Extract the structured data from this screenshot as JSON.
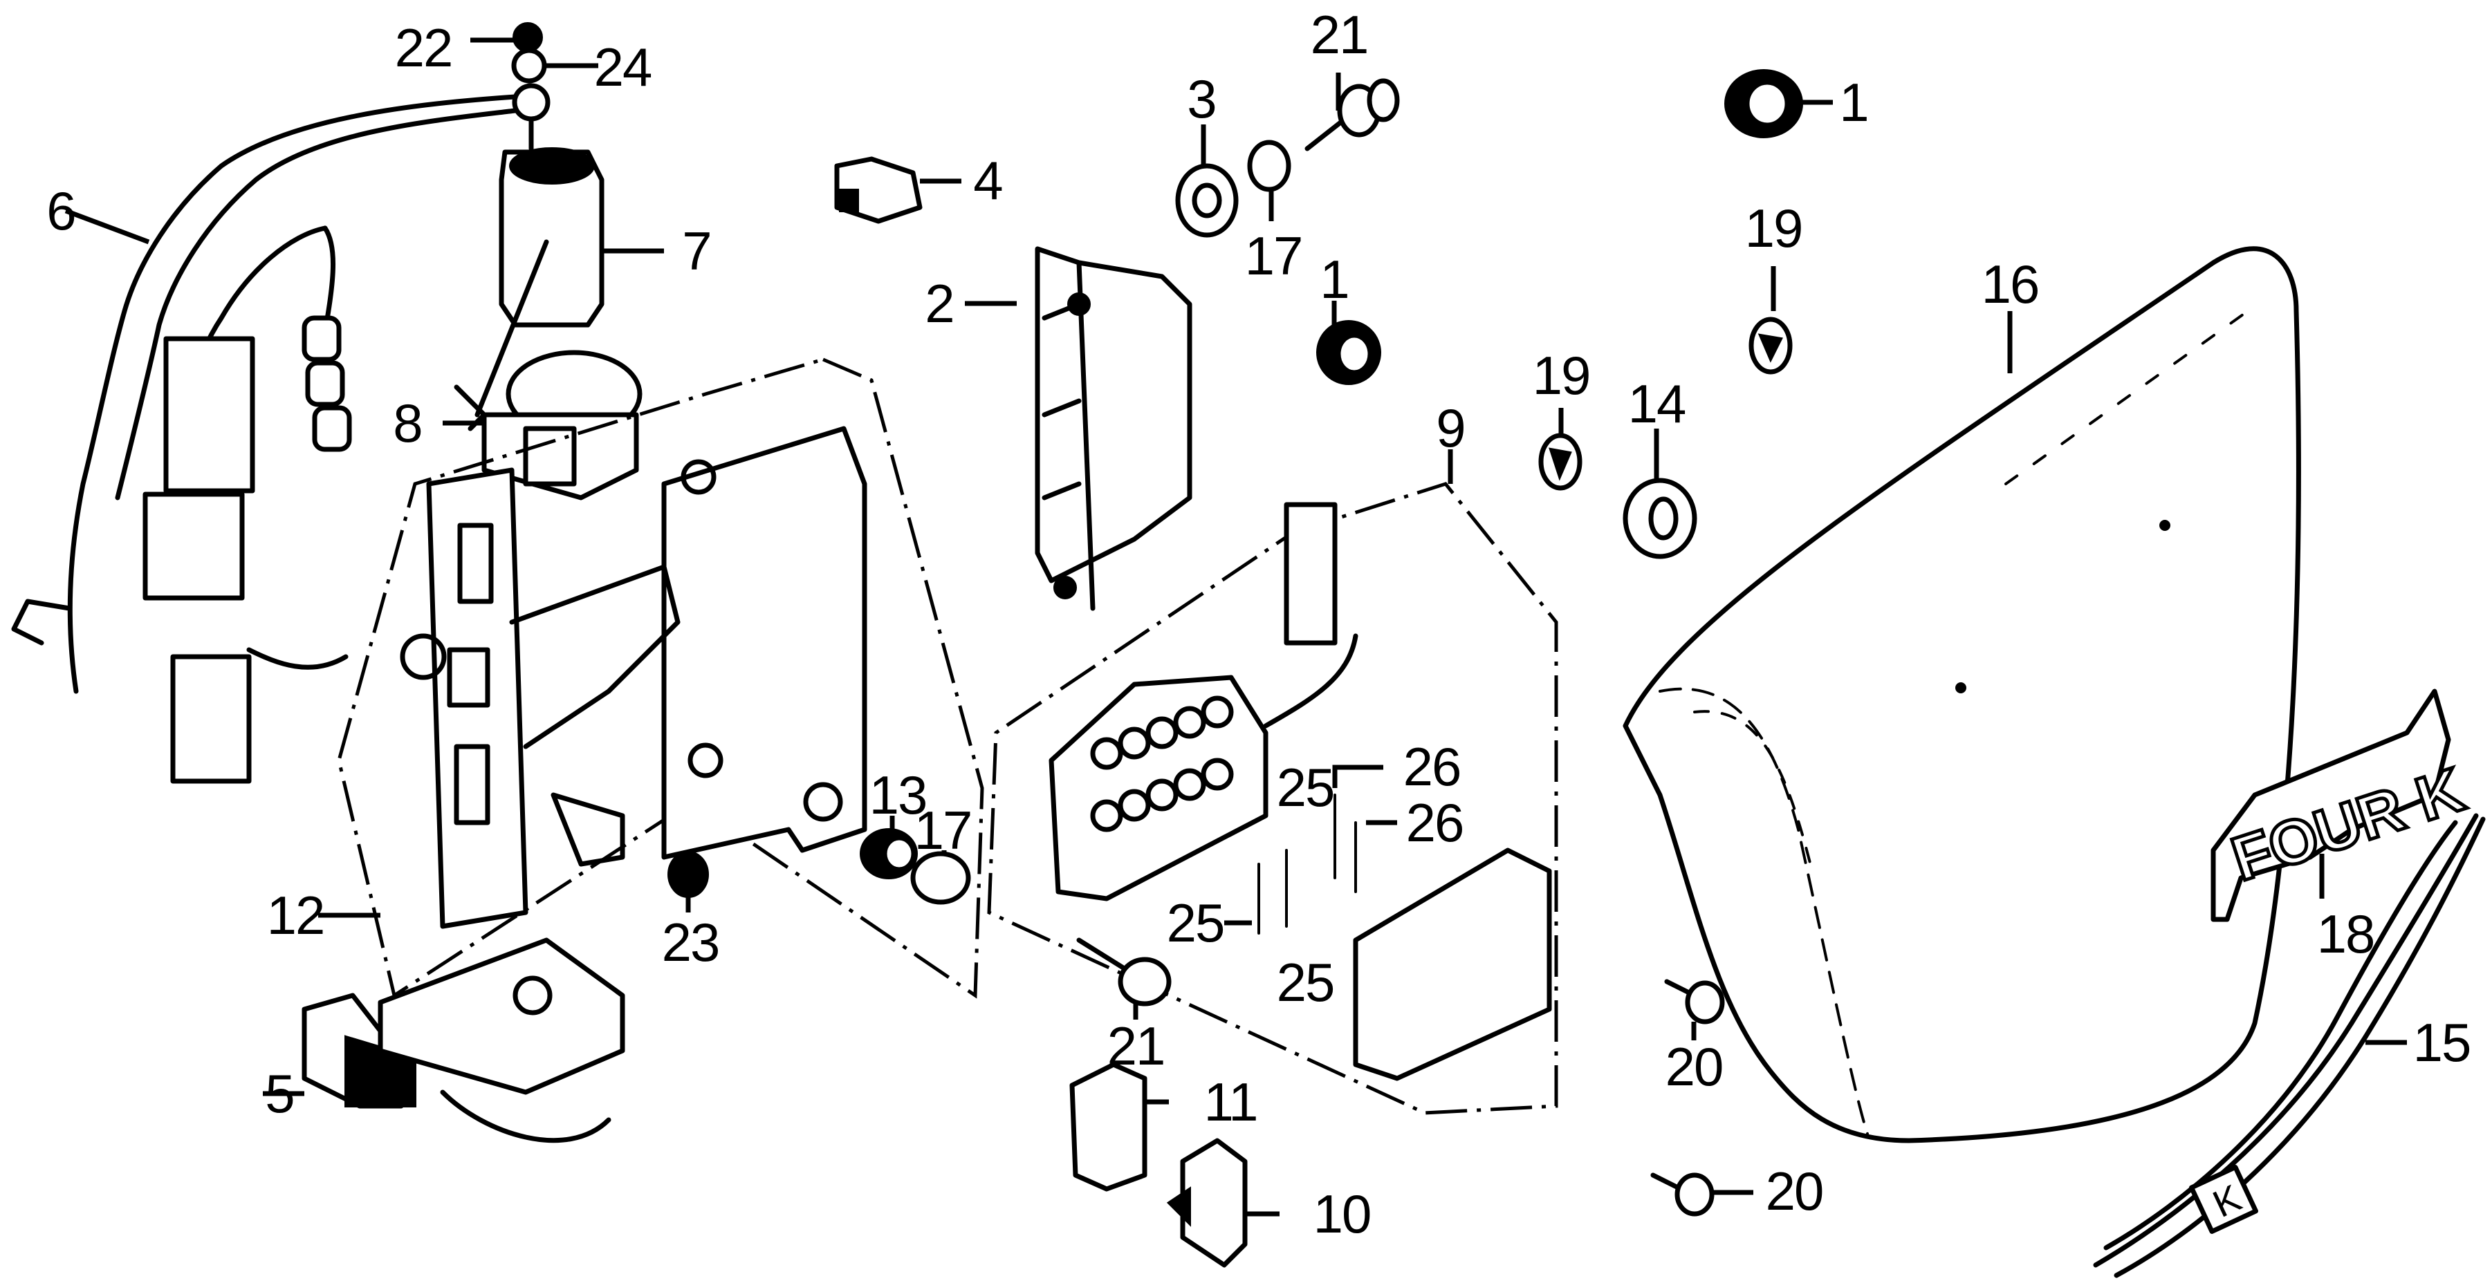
{
  "diagram": {
    "title": "Exploded parts diagram — electrical components, fuse box and side cover",
    "style": "black-and-white line art",
    "colors": {
      "ink": "#000000",
      "background": "#ffffff"
    },
    "emblem_text": "FOUR",
    "emblem_suffix": "K",
    "stripe_mark": "K",
    "callouts": [
      {
        "id": "c1",
        "label": "22",
        "part": "nut"
      },
      {
        "id": "c2",
        "label": "24",
        "part": "washer"
      },
      {
        "id": "c3",
        "label": "21",
        "part": "bolt"
      },
      {
        "id": "c4",
        "label": "3",
        "part": "grommet"
      },
      {
        "id": "c5",
        "label": "1",
        "part": "grommet"
      },
      {
        "id": "c6",
        "label": "4",
        "part": "connector"
      },
      {
        "id": "c7",
        "label": "7",
        "part": "starter-relay"
      },
      {
        "id": "c8",
        "label": "6",
        "part": "wire-harness"
      },
      {
        "id": "c9",
        "label": "17",
        "part": "collar"
      },
      {
        "id": "c10",
        "label": "19",
        "part": "grommet"
      },
      {
        "id": "c11",
        "label": "2",
        "part": "regulator-resistor"
      },
      {
        "id": "c12",
        "label": "1",
        "part": "grommet"
      },
      {
        "id": "c13",
        "label": "16",
        "part": "side-cover"
      },
      {
        "id": "c14",
        "label": "8",
        "part": "relay-holder"
      },
      {
        "id": "c15",
        "label": "19",
        "part": "grommet"
      },
      {
        "id": "c16",
        "label": "14",
        "part": "grommet"
      },
      {
        "id": "c17",
        "label": "9",
        "part": "fuse-box-assembly"
      },
      {
        "id": "c18",
        "label": "13",
        "part": "grommet"
      },
      {
        "id": "c19",
        "label": "17",
        "part": "collar"
      },
      {
        "id": "c20",
        "label": "26",
        "part": "fuse"
      },
      {
        "id": "c21",
        "label": "25",
        "part": "fuse"
      },
      {
        "id": "c22",
        "label": "26",
        "part": "fuse"
      },
      {
        "id": "c23",
        "label": "12",
        "part": "battery-box-stay"
      },
      {
        "id": "c24",
        "label": "23",
        "part": "nut"
      },
      {
        "id": "c25",
        "label": "25",
        "part": "fuse"
      },
      {
        "id": "c26",
        "label": "18",
        "part": "emblem"
      },
      {
        "id": "c27",
        "label": "25",
        "part": "fuse"
      },
      {
        "id": "c28",
        "label": "21",
        "part": "bolt"
      },
      {
        "id": "c29",
        "label": "20",
        "part": "screw"
      },
      {
        "id": "c30",
        "label": "15",
        "part": "stripe"
      },
      {
        "id": "c31",
        "label": "5",
        "part": "regulator"
      },
      {
        "id": "c32",
        "label": "11",
        "part": "cover"
      },
      {
        "id": "c33",
        "label": "10",
        "part": "cover"
      },
      {
        "id": "c34",
        "label": "20",
        "part": "screw"
      }
    ]
  }
}
